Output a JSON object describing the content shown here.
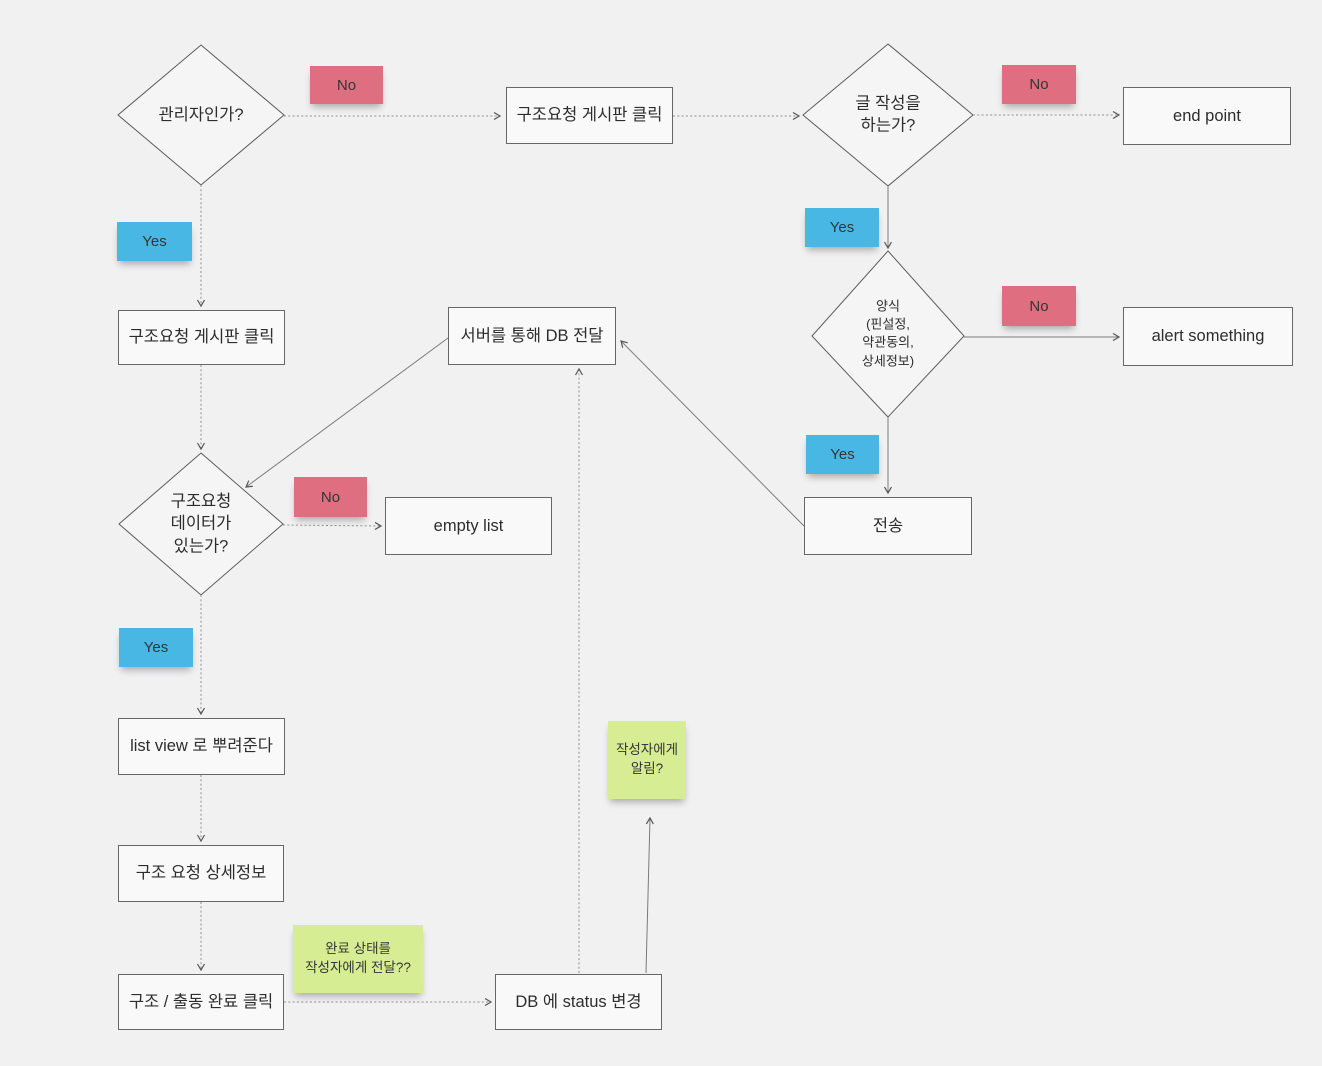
{
  "board": {
    "background": "#f1f1f2"
  },
  "colors": {
    "sticky_pink": "#df6e80",
    "sticky_blue": "#49b7e4",
    "sticky_green": "#d7ed94",
    "shape_fill": "#f9f9fa",
    "shape_border": "#676767",
    "connector": "#8f8f8f"
  },
  "labels": {
    "no": "No",
    "yes": "Yes"
  },
  "decisions": {
    "is_admin": "관리자인가?",
    "writes_post": "글 작성을\n하는가?",
    "form": "양식\n(핀설정,\n약관동의,\n상세정보)",
    "has_request_data": "구조요청\n데이터가\n있는가?"
  },
  "processes": {
    "board_click_top": "구조요청 게시판 클릭",
    "end_point": "end point",
    "alert_something": "alert something",
    "send": "전송",
    "server_db": "서버를 통해 DB 전달",
    "board_click_left": "구조요청 게시판 클릭",
    "empty_list": "empty list",
    "list_view": "list view 로 뿌려준다",
    "request_detail": "구조 요청  상세정보",
    "complete_click": "구조 / 출동 완료 클릭",
    "db_status": "DB 에 status 변경"
  },
  "notes": {
    "notify_writer_status": "완료 상태를\n작성자에게 전달??",
    "alert_writer": "작성자에게\n알림?"
  }
}
